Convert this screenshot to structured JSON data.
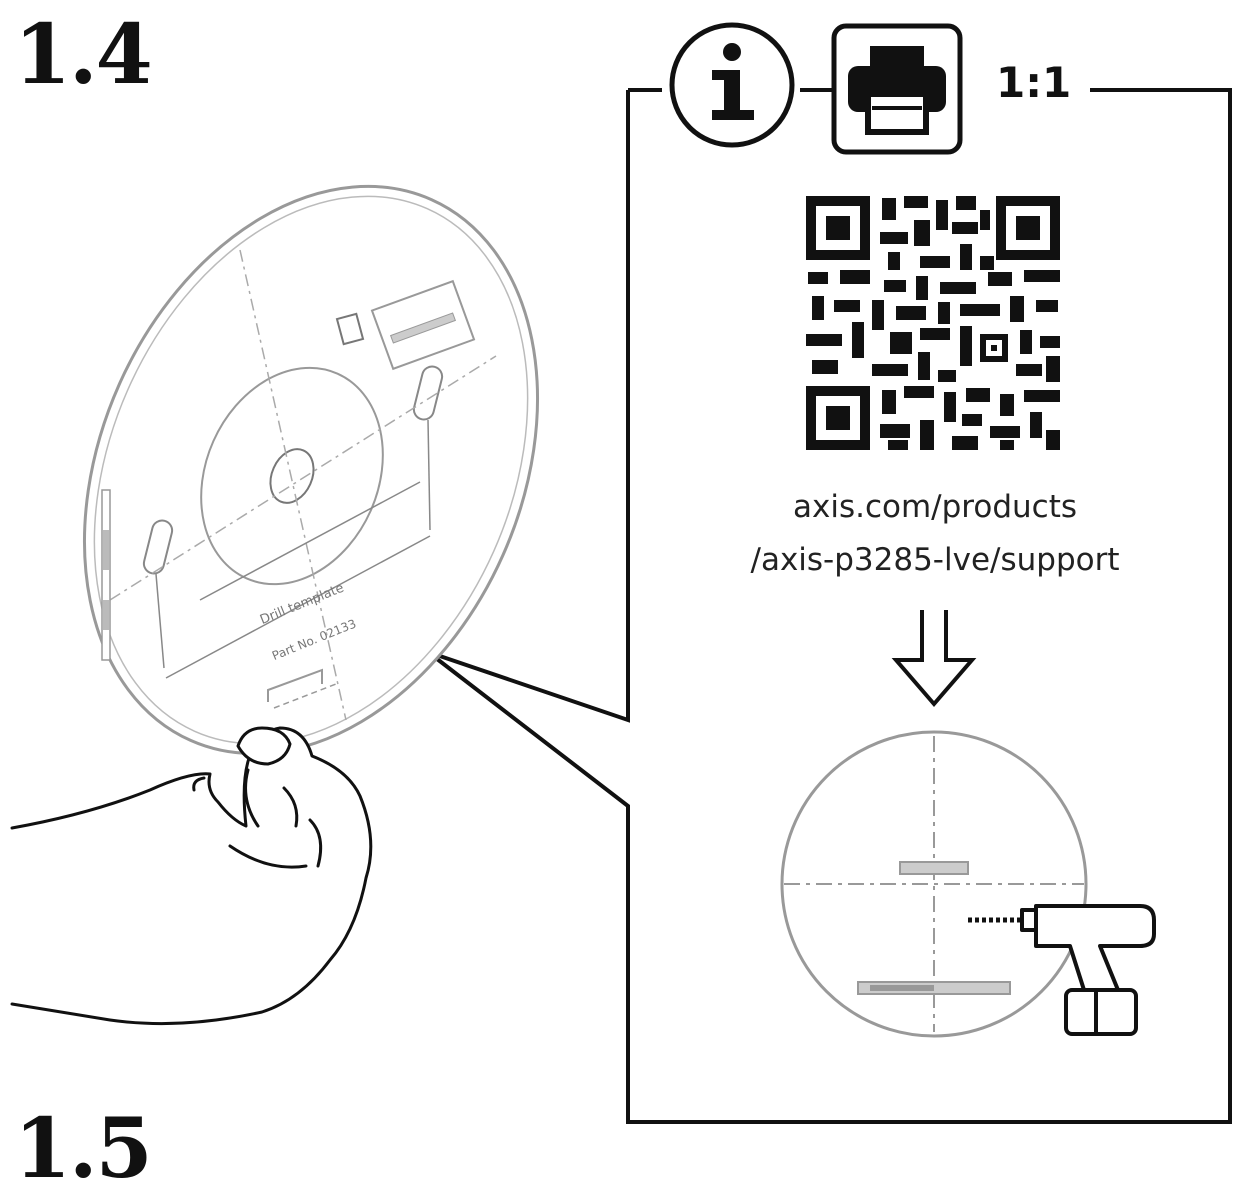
{
  "steps": {
    "current": "1.4",
    "next": "1.5"
  },
  "callout": {
    "scale": "1:1",
    "icons": [
      "info-icon",
      "printer-icon",
      "qr-code",
      "arrow-down-icon",
      "drill-icon",
      "hand-icon"
    ],
    "url_line1": "axis.com/products",
    "url_line2": "/axis-p3285-lve/support"
  },
  "template": {
    "title": "Drill template",
    "part_no": "Part No. 02133"
  },
  "colors": {
    "ink": "#111111",
    "template_line": "#999999",
    "mark_fill": "#bbbbbb"
  }
}
